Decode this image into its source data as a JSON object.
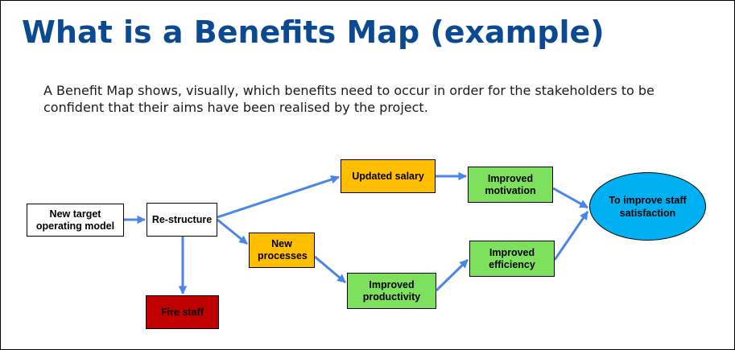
{
  "title": "What is a Benefits Map (example)",
  "description": "A Benefit Map shows, visually, which benefits need to occur in order for the stakeholders to be confident that their aims have been realised by the project.",
  "nodes": {
    "new_target": "New target operating model",
    "restructure": "Re-structure",
    "fire_staff": "Fire staff",
    "new_processes": "New processes",
    "updated_salary": "Updated salary",
    "improved_motivation": "Improved motivation",
    "improved_productivity": "Improved productivity",
    "improved_efficiency": "Improved efficiency",
    "goal": "To improve staff satisfaction"
  },
  "colors": {
    "title": "#0b4a91",
    "arrow": "#4a86e8",
    "yellow_box": "#ffbf00",
    "green_box": "#7ee15e",
    "red_box": "#c00000",
    "goal_ellipse": "#00b0f0"
  }
}
